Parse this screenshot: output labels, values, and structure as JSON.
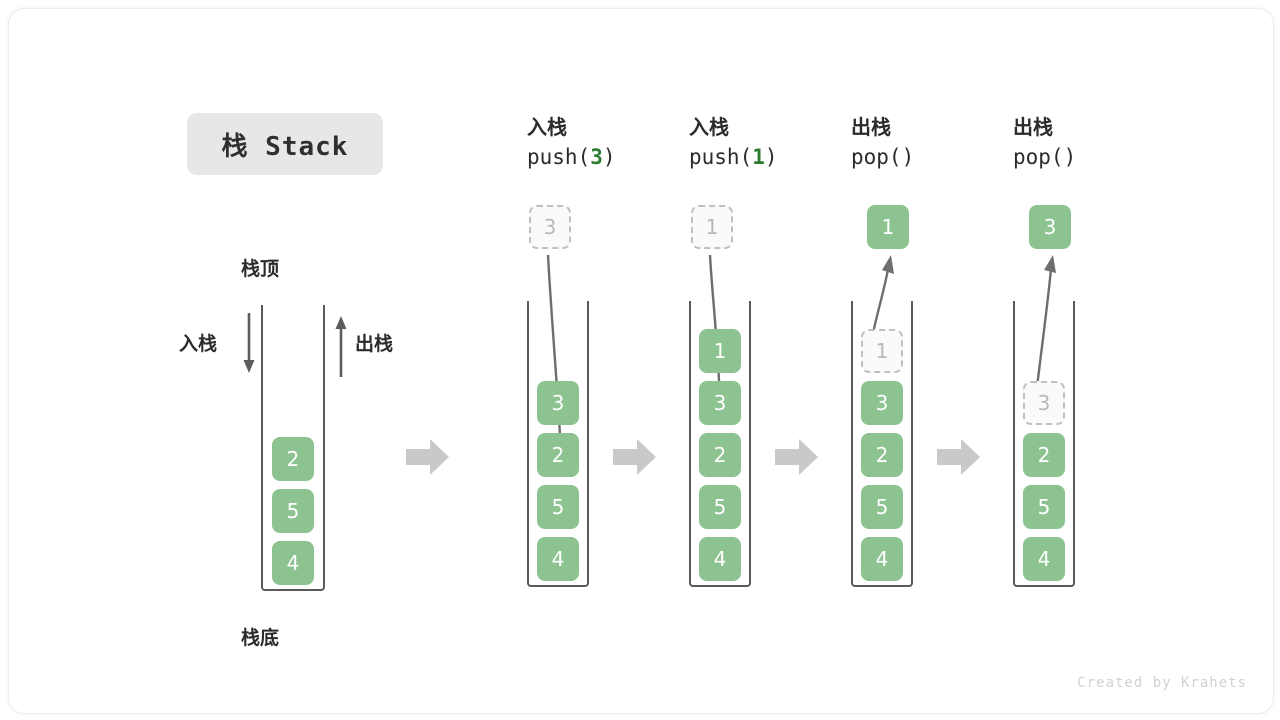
{
  "canvas": {
    "background": "#ffffff",
    "border_color": "#ececec",
    "accent_green": "#8dc391",
    "ghost_border": "#bfbfbf",
    "arrow_gray": "#c9c9c9",
    "line_gray": "#6b6b6b"
  },
  "title": {
    "badge_text": "栈 Stack",
    "badge_bg": "#e7e7e7"
  },
  "initial_stack": {
    "top_label": "栈顶",
    "bottom_label": "栈底",
    "push_label": "入栈",
    "pop_label": "出栈",
    "cells": [
      "2",
      "5",
      "4"
    ]
  },
  "separator_arrow": "right-block-arrow",
  "steps": [
    {
      "id": "push-3",
      "cn": "入栈",
      "code_prefix": "push(",
      "code_value": "3",
      "code_suffix": ")",
      "float_cell": {
        "value": "3",
        "style": "ghost"
      },
      "flow": "down",
      "cells": [
        {
          "value": "3",
          "style": "solid"
        },
        {
          "value": "2",
          "style": "solid"
        },
        {
          "value": "5",
          "style": "solid"
        },
        {
          "value": "4",
          "style": "solid"
        }
      ]
    },
    {
      "id": "push-1",
      "cn": "入栈",
      "code_prefix": "push(",
      "code_value": "1",
      "code_suffix": ")",
      "float_cell": {
        "value": "1",
        "style": "ghost"
      },
      "flow": "down",
      "cells": [
        {
          "value": "1",
          "style": "solid"
        },
        {
          "value": "3",
          "style": "solid"
        },
        {
          "value": "2",
          "style": "solid"
        },
        {
          "value": "5",
          "style": "solid"
        },
        {
          "value": "4",
          "style": "solid"
        }
      ]
    },
    {
      "id": "pop-1",
      "cn": "出栈",
      "code_prefix": "pop(",
      "code_value": "",
      "code_suffix": ")",
      "float_cell": {
        "value": "1",
        "style": "solid"
      },
      "flow": "up",
      "cells": [
        {
          "value": "1",
          "style": "ghost"
        },
        {
          "value": "3",
          "style": "solid"
        },
        {
          "value": "2",
          "style": "solid"
        },
        {
          "value": "5",
          "style": "solid"
        },
        {
          "value": "4",
          "style": "solid"
        }
      ]
    },
    {
      "id": "pop-3",
      "cn": "出栈",
      "code_prefix": "pop(",
      "code_value": "",
      "code_suffix": ")",
      "float_cell": {
        "value": "3",
        "style": "solid"
      },
      "flow": "up",
      "cells": [
        {
          "value": "",
          "style": "empty"
        },
        {
          "value": "3",
          "style": "ghost"
        },
        {
          "value": "2",
          "style": "solid"
        },
        {
          "value": "5",
          "style": "solid"
        },
        {
          "value": "4",
          "style": "solid"
        }
      ]
    }
  ],
  "watermark": "Created by Krahets"
}
